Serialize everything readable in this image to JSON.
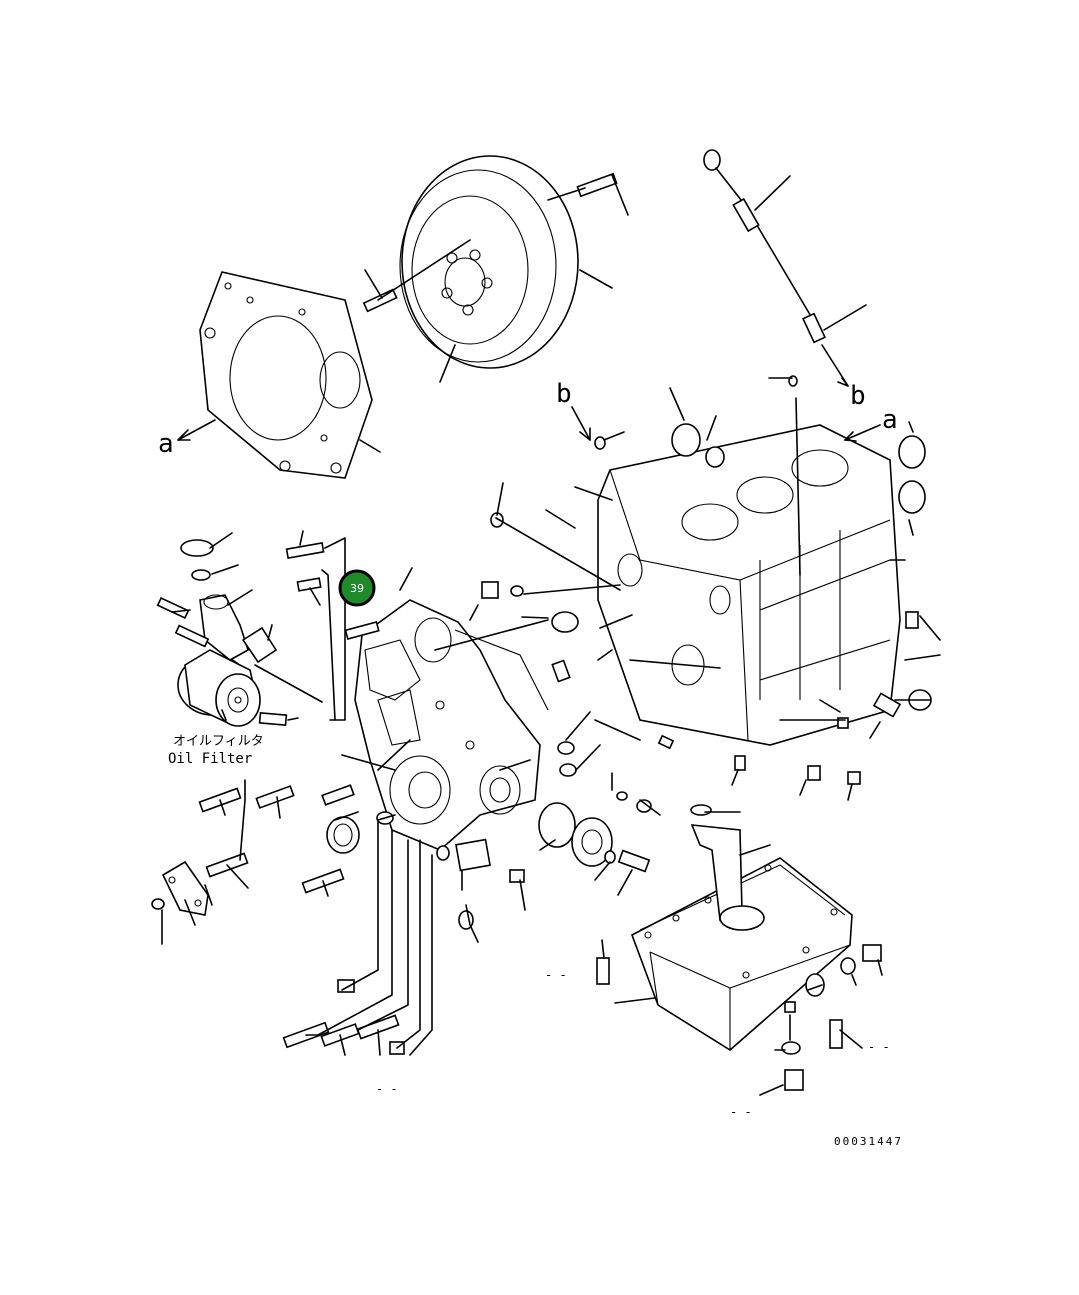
{
  "diagram": {
    "drawing_number": "00031447",
    "callout": {
      "number": "39",
      "color": "#1f8a2b",
      "ring": "#000000"
    },
    "reference_letters": [
      "a",
      "a",
      "b",
      "b"
    ],
    "oil_filter_label": {
      "jp": "オイルフィルタ",
      "en": "Oil Filter"
    },
    "dashes": [
      "- -",
      "- -",
      "- -",
      "- -"
    ]
  }
}
